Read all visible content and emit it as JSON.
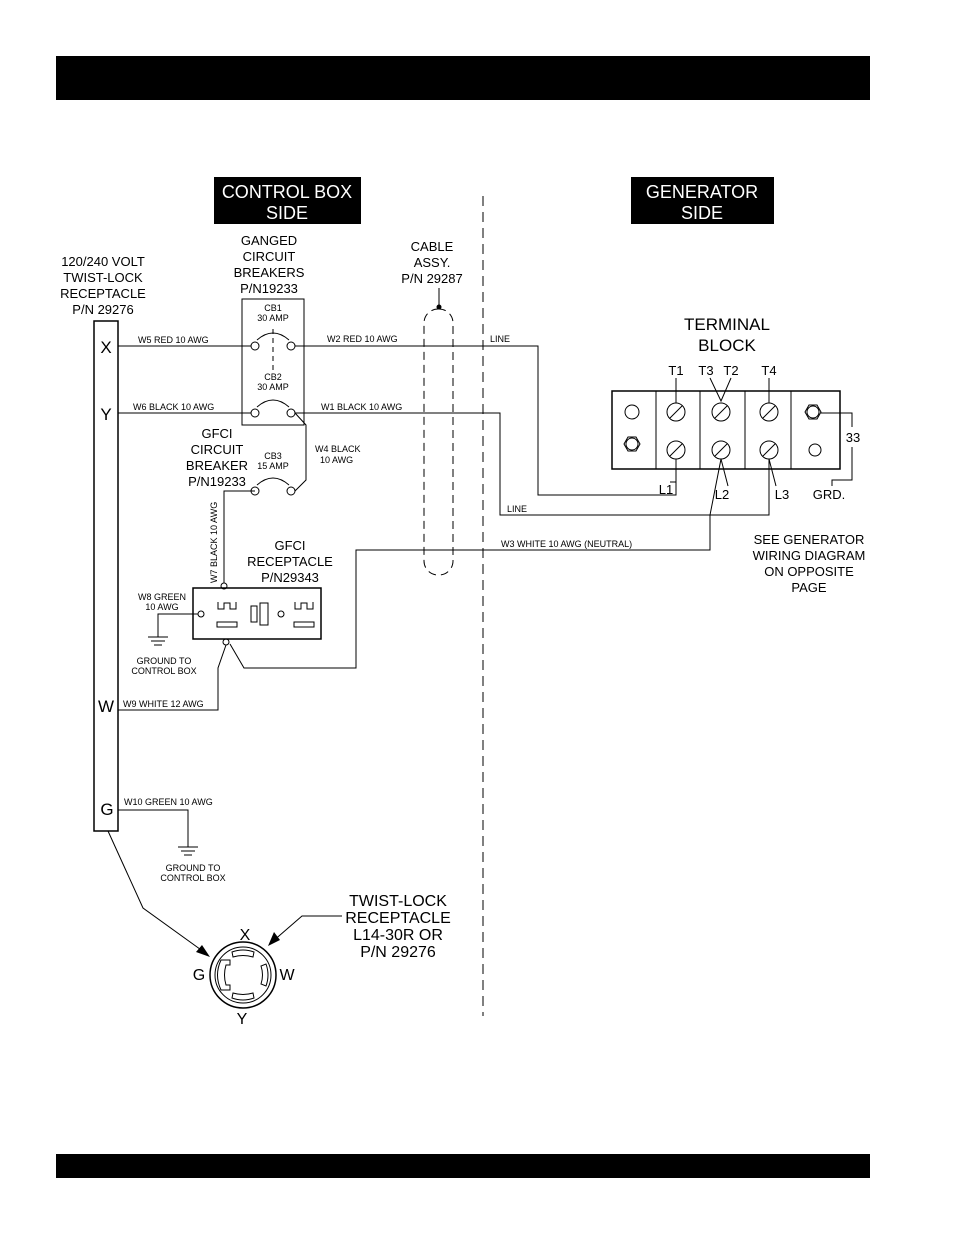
{
  "headers": {
    "control_box_side": [
      "CONTROL BOX",
      "SIDE"
    ],
    "generator_side": [
      "GENERATOR",
      "SIDE"
    ]
  },
  "labels": {
    "receptacle_120_240": [
      "120/240 VOLT",
      "TWIST-LOCK",
      "RECEPTACLE",
      "P/N 29276"
    ],
    "ganged_breakers": [
      "GANGED",
      "CIRCUIT",
      "BREAKERS",
      "P/N19233"
    ],
    "cable_assy": [
      "CABLE",
      "ASSY.",
      "P/N 29287"
    ],
    "terminal_block": [
      "TERMINAL",
      "BLOCK"
    ],
    "gfci_breaker": [
      "GFCI",
      "CIRCUIT",
      "BREAKER",
      "P/N19233"
    ],
    "gfci_receptacle": [
      "GFCI",
      "RECEPTACLE",
      "P/N29343"
    ],
    "see_generator": [
      "SEE GENERATOR",
      "WIRING DIAGRAM",
      "ON OPPOSITE",
      "PAGE"
    ],
    "twist_lock_receptacle": [
      "TWIST-LOCK",
      "RECEPTACLE",
      "L14-30R OR",
      "P/N 29276"
    ],
    "ground_1": [
      "GROUND TO",
      "CONTROL BOX"
    ],
    "ground_2": [
      "GROUND TO",
      "CONTROL BOX"
    ],
    "w8_green": [
      "W8 GREEN",
      "10 AWG"
    ],
    "w4_black": [
      "W4 BLACK",
      "10 AWG"
    ],
    "cb1": [
      "CB1",
      "30 AMP"
    ],
    "cb2": [
      "CB2",
      "30 AMP"
    ],
    "cb3": [
      "CB3",
      "15 AMP"
    ]
  },
  "pins": {
    "x": "X",
    "y": "Y",
    "w": "W",
    "g": "G"
  },
  "plug": {
    "x": "X",
    "y": "Y",
    "w": "W",
    "g": "G"
  },
  "terminals": {
    "t1": "T1",
    "t3": "T3",
    "t2": "T2",
    "t4": "T4",
    "l1": "L1",
    "l2": "L2",
    "l3": "L3",
    "grd": "GRD.",
    "num33": "33"
  },
  "wires": {
    "w5": "W5 RED 10 AWG",
    "w2": "W2 RED 10 AWG",
    "line_top": "LINE",
    "w6": "W6 BLACK 10 AWG",
    "w1": "W1 BLACK 10 AWG",
    "line_bottom": "LINE",
    "w7": "W7 BLACK 10 AWG",
    "w3": "W3 WHITE 10 AWG (NEUTRAL)",
    "w9": "W9 WHITE 12 AWG",
    "w10": "W10 GREEN 10 AWG"
  }
}
